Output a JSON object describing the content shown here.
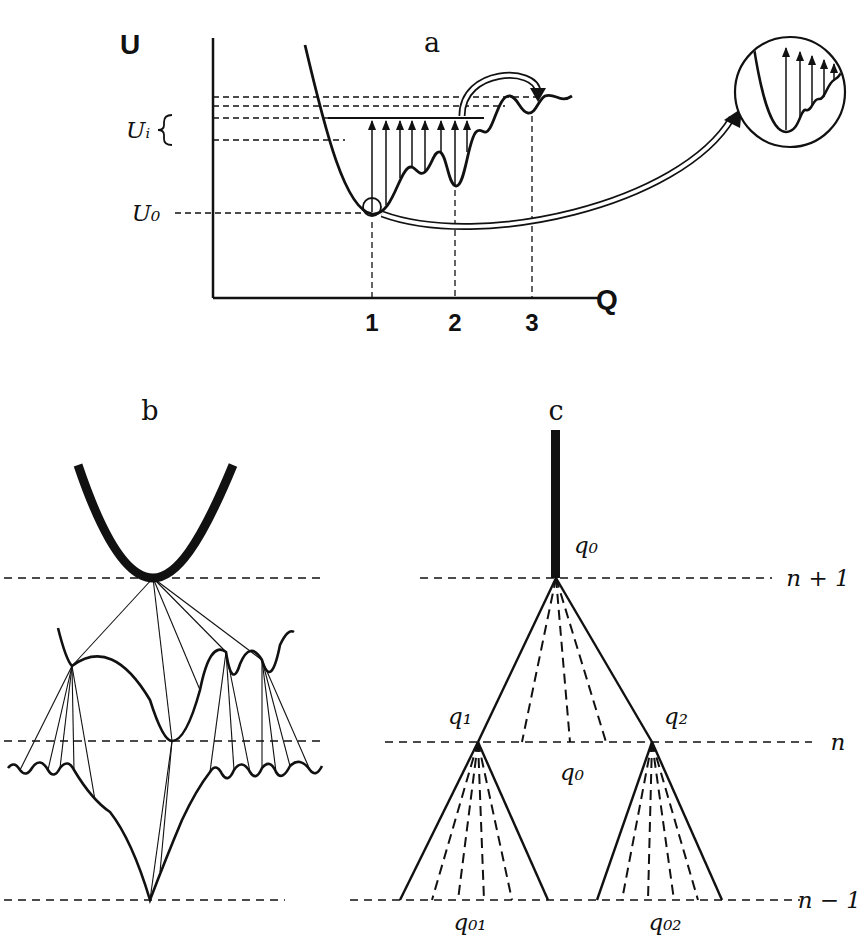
{
  "diagram": {
    "labels": [
      "U",
      "a",
      "Uᵢ",
      "U₀",
      "1",
      "2",
      "3",
      "Q",
      "b",
      "c",
      "q₀",
      "n + 1",
      "q₁",
      "q₂",
      "n",
      "q₀",
      "n − 1",
      "q₀₁",
      "q₀₂"
    ]
  }
}
